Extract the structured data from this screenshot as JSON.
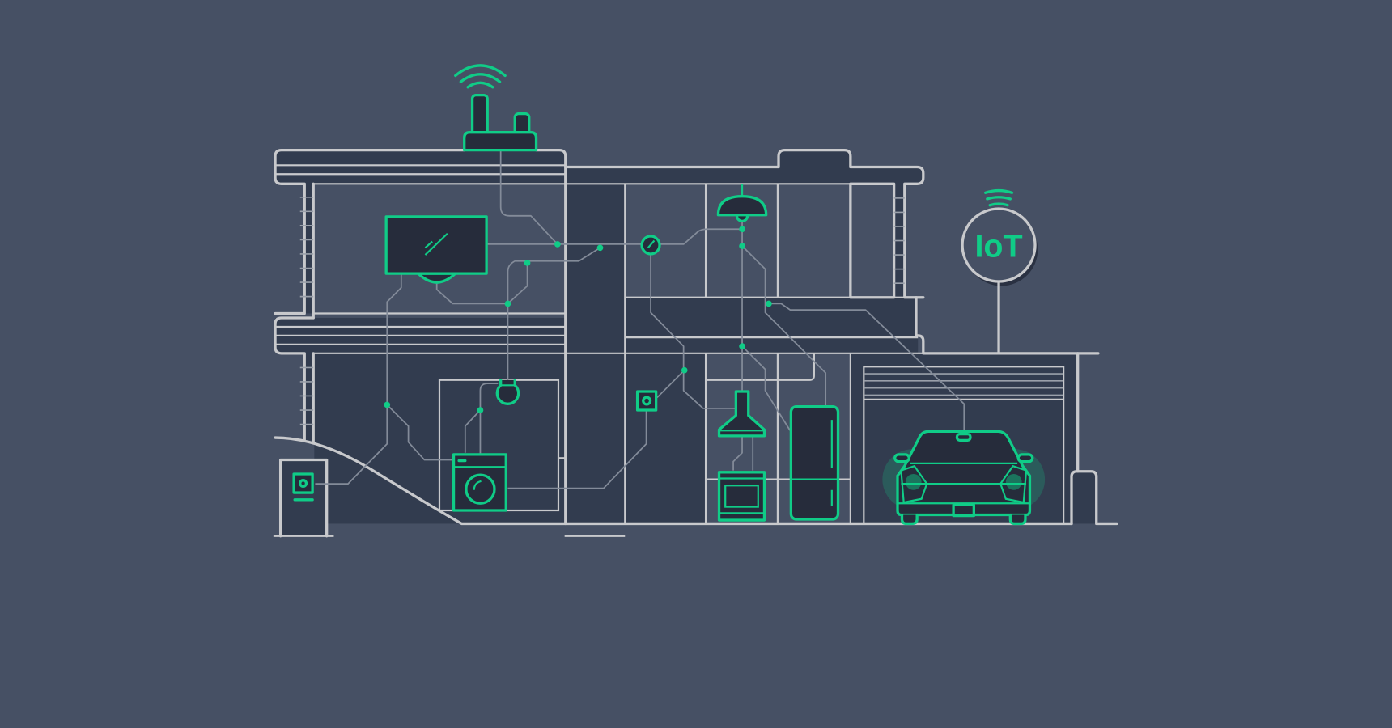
{
  "scene": {
    "title": "Smart home IoT illustration",
    "background": "#465064",
    "colors": {
      "accent": "#10cc87",
      "outline": "#c8c9cc",
      "wire": "#838b99",
      "room_dark": "#323c4f",
      "device_fill": "#262c3b"
    }
  },
  "hub": {
    "label": "IoT",
    "icon": "wifi-signal-icon"
  },
  "devices": [
    {
      "name": "rooftop-router",
      "icon": "router-icon"
    },
    {
      "name": "television",
      "icon": "tv-icon"
    },
    {
      "name": "thermostat",
      "icon": "thermostat-icon"
    },
    {
      "name": "ceiling-lamp",
      "icon": "lamp-icon"
    },
    {
      "name": "security-camera",
      "icon": "camera-icon"
    },
    {
      "name": "washing-machine",
      "icon": "washer-icon"
    },
    {
      "name": "wall-socket",
      "icon": "socket-icon"
    },
    {
      "name": "range-hood",
      "icon": "hood-icon"
    },
    {
      "name": "oven",
      "icon": "oven-icon"
    },
    {
      "name": "refrigerator",
      "icon": "fridge-icon"
    },
    {
      "name": "connected-car",
      "icon": "car-icon"
    },
    {
      "name": "door-lock",
      "icon": "lock-panel-icon"
    }
  ]
}
